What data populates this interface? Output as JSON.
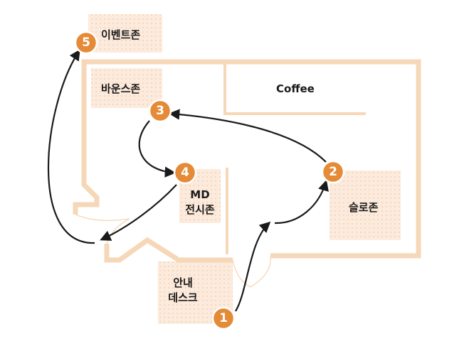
{
  "colors": {
    "wall": "#F6D7B8",
    "zone_fill": "#FCEBDD",
    "zone_dot": "#EFC9A7",
    "marker_fill": "#E58A36",
    "marker_stroke": "#ffffff",
    "route": "#1a1a1a",
    "label_text": "#1a1a1a"
  },
  "areas": {
    "coffee": "Coffee",
    "bounce_zone": "바운스존",
    "event_zone": "이벤트존",
    "md_zone_line1": "MD",
    "md_zone_line2": "전시존",
    "slow_zone": "슬로존",
    "info_desk_line1": "안내",
    "info_desk_line2": "데스크"
  },
  "markers": [
    "1",
    "2",
    "3",
    "4",
    "5"
  ]
}
